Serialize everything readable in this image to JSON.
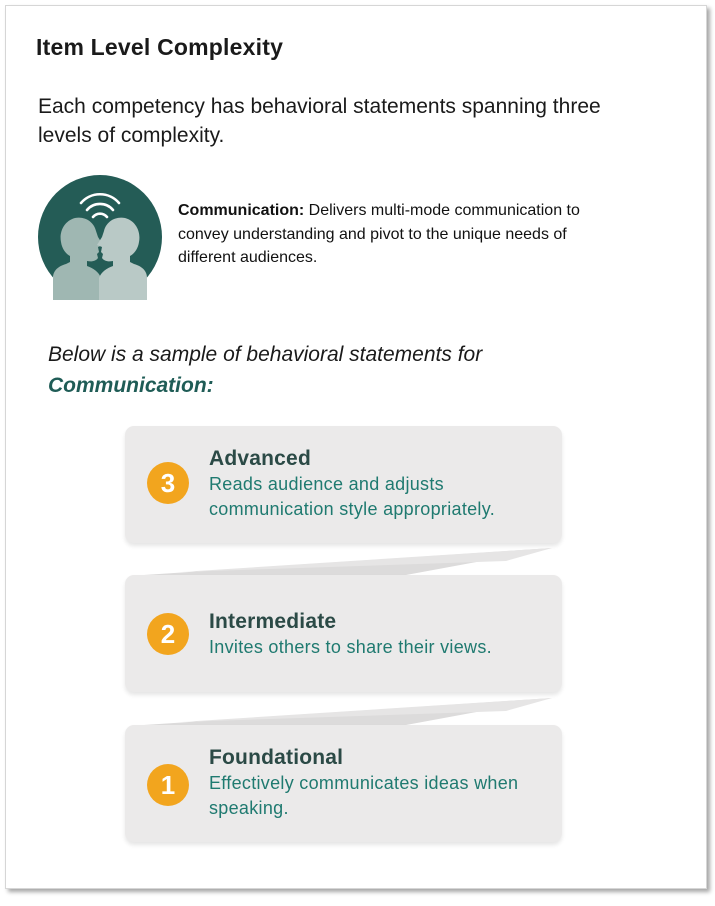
{
  "title": "Item Level Complexity",
  "intro": "Each competency has behavioral statements spanning three levels of complexity.",
  "competency": {
    "icon": "two-heads-communication-icon",
    "name": "Communication:",
    "description": "Delivers multi-mode communication to convey understanding and pivot to the unique needs of different audiences."
  },
  "sample": {
    "lead": "Below is a sample of behavioral statements for",
    "competency": "Communication:"
  },
  "levels": [
    {
      "number": "3",
      "name": "Advanced",
      "statement": "Reads audience and adjusts communication style appropriately."
    },
    {
      "number": "2",
      "name": "Intermediate",
      "statement": "Invites others to share their views."
    },
    {
      "number": "1",
      "name": "Foundational",
      "statement": "Effectively communicates ideas when speaking."
    }
  ],
  "colors": {
    "teal_dark": "#245c56",
    "teal_text": "#1f7a70",
    "badge": "#f2a51e",
    "card": "#ebeaea"
  }
}
